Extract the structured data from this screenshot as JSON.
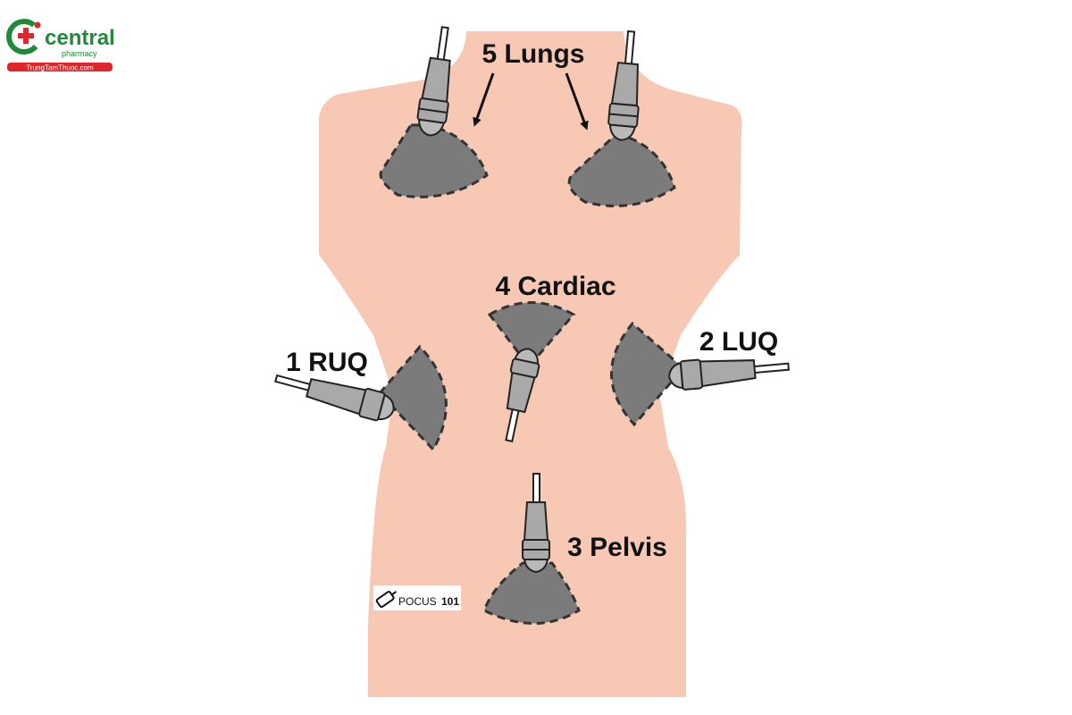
{
  "logo": {
    "name": "central",
    "subname": "pharmacy",
    "tagline": "TrungTamThuoc.com",
    "color_green": "#1f8a3a",
    "color_red": "#e0262b"
  },
  "watermark": {
    "text": "POCUS",
    "number": "101"
  },
  "colors": {
    "skin": "#f7c9b5",
    "fan": "#7b7b7b",
    "probe": "#a9a9a9",
    "text": "#111111"
  },
  "views": [
    {
      "id": "ruq",
      "label": "1 RUQ",
      "icon": "ultrasound-probe"
    },
    {
      "id": "luq",
      "label": "2 LUQ",
      "icon": "ultrasound-probe"
    },
    {
      "id": "pelvis",
      "label": "3 Pelvis",
      "icon": "ultrasound-probe"
    },
    {
      "id": "cardiac",
      "label": "4 Cardiac",
      "icon": "ultrasound-probe"
    },
    {
      "id": "lungs",
      "label": "5 Lungs",
      "icon": "ultrasound-probe"
    }
  ]
}
